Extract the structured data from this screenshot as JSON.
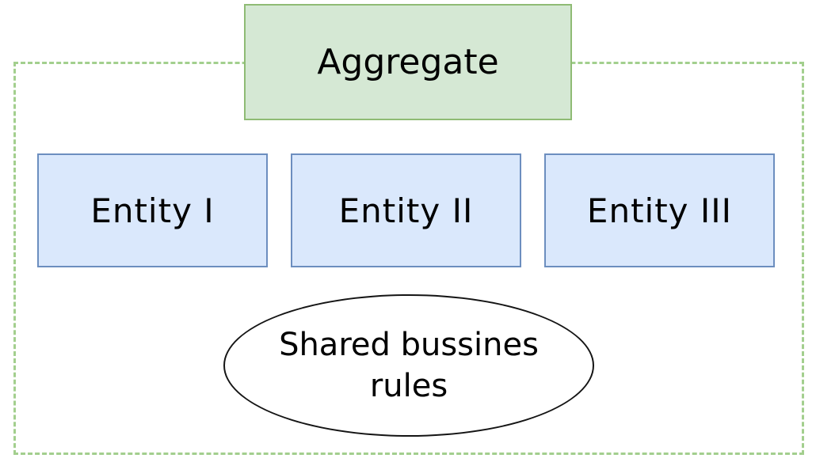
{
  "diagram": {
    "aggregate": {
      "label": "Aggregate"
    },
    "entities": [
      {
        "label": "Entity I"
      },
      {
        "label": "Entity II"
      },
      {
        "label": "Entity III"
      }
    ],
    "ellipse": {
      "label": "Shared bussines\nrules"
    }
  },
  "colors": {
    "background": "#ffffff",
    "text": "#000000",
    "aggregate_fill": "#d5e8d4",
    "aggregate_border": "#8fbb74",
    "entity_fill": "#dae8fc",
    "entity_border": "#6c8ebf",
    "boundary_dash": "#a3cf8e",
    "ellipse_border": "#141414"
  }
}
